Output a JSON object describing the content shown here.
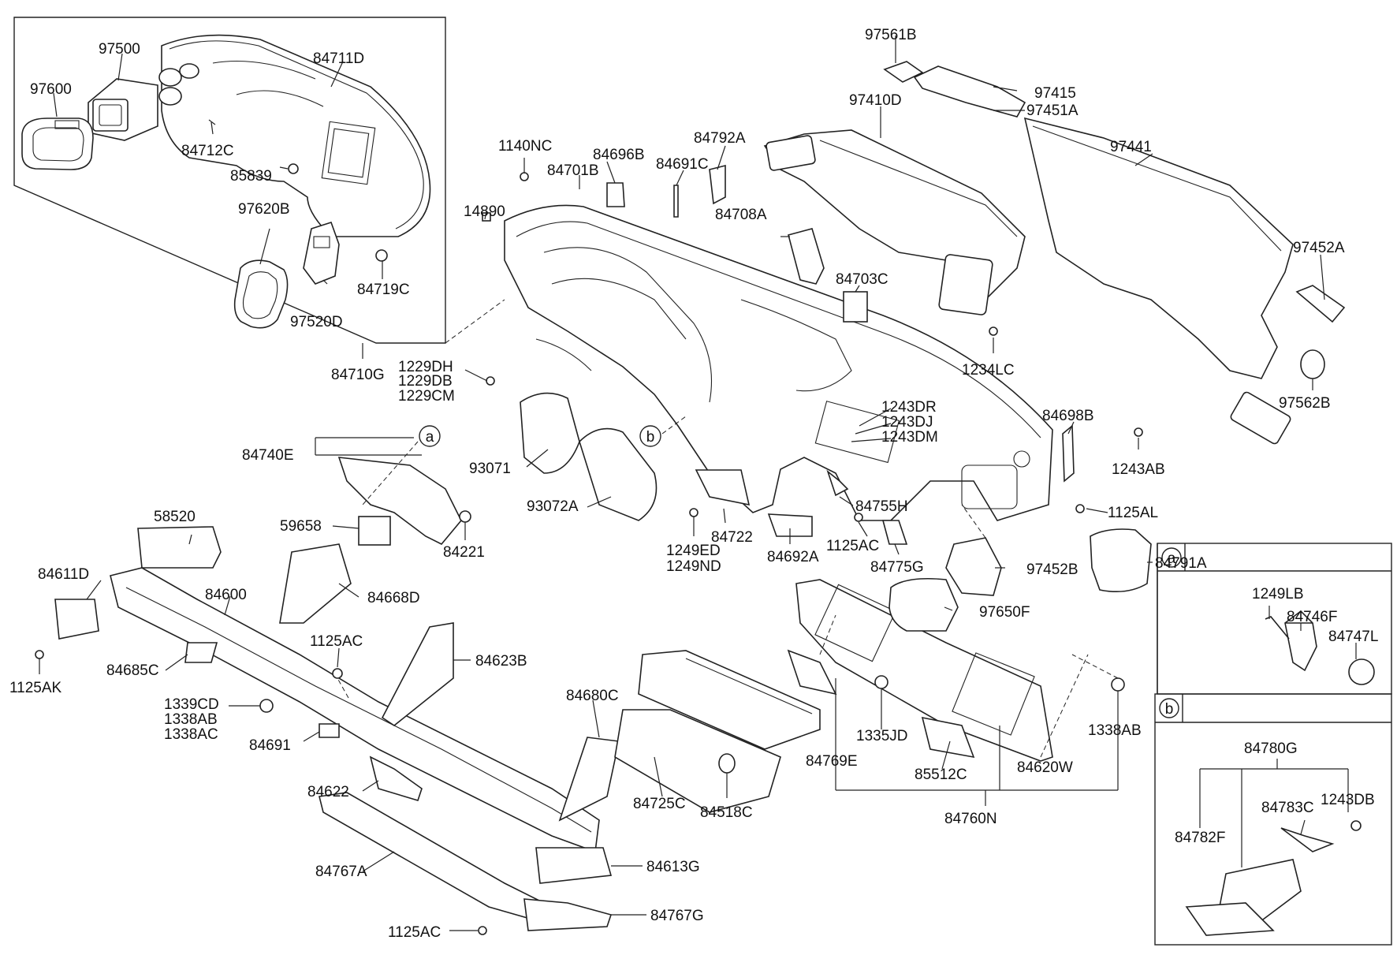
{
  "callouts": {
    "a": "a",
    "b": "b"
  },
  "labels": {
    "p97500": "97500",
    "p84711D": "84711D",
    "p97600": "97600",
    "p84712C": "84712C",
    "p85839": "85839",
    "p97620B": "97620B",
    "p84719C": "84719C",
    "p97520D": "97520D",
    "p84710G": "84710G",
    "p1229DH": "1229DH",
    "p1229DB": "1229DB",
    "p1229CM": "1229CM",
    "p1140NC": "1140NC",
    "p84696B": "84696B",
    "p84792A": "84792A",
    "p84701B": "84701B",
    "p84691C": "84691C",
    "p14890": "14890",
    "p84708A": "84708A",
    "p84703C": "84703C",
    "p97561B": "97561B",
    "p97415": "97415",
    "p97451A": "97451A",
    "p97410D": "97410D",
    "p97441": "97441",
    "p97452A": "97452A",
    "p1234LC": "1234LC",
    "p97562B": "97562B",
    "p1243DR": "1243DR",
    "p1243DJ": "1243DJ",
    "p1243DM": "1243DM",
    "p84698B": "84698B",
    "p1243AB": "1243AB",
    "p1125AL": "1125AL",
    "p84740E": "84740E",
    "p93071": "93071",
    "p93072A": "93072A",
    "p58520": "58520",
    "p59658": "59658",
    "p84221": "84221",
    "p84755H": "84755H",
    "p84722": "84722",
    "p1249ED": "1249ED",
    "p1249ND": "1249ND",
    "p84692A": "84692A",
    "p1125AC_a": "1125AC",
    "p84775G": "84775G",
    "p97452B": "97452B",
    "p84791A": "84791A",
    "p97650F": "97650F",
    "p84611D": "84611D",
    "p84600": "84600",
    "p84668D": "84668D",
    "p1125AK": "1125AK",
    "p1125AC_b": "1125AC",
    "p84623B": "84623B",
    "p84685C": "84685C",
    "p1339CD": "1339CD",
    "p1338AB_a": "1338AB",
    "p1338AC": "1338AC",
    "p84691": "84691",
    "p84680C": "84680C",
    "p84622": "84622",
    "p84725C": "84725C",
    "p84518C": "84518C",
    "p1335JD": "1335JD",
    "p84769E": "84769E",
    "p85512C": "85512C",
    "p84620W": "84620W",
    "p1338AB_b": "1338AB",
    "p84760N": "84760N",
    "p84767A": "84767A",
    "p84613G": "84613G",
    "p84767G": "84767G",
    "p1125AC_c": "1125AC",
    "p1249LB": "1249LB",
    "p84746F": "84746F",
    "p84747L": "84747L",
    "p84780G": "84780G",
    "p84783C": "84783C",
    "p1243DB": "1243DB",
    "p84782F": "84782F"
  }
}
